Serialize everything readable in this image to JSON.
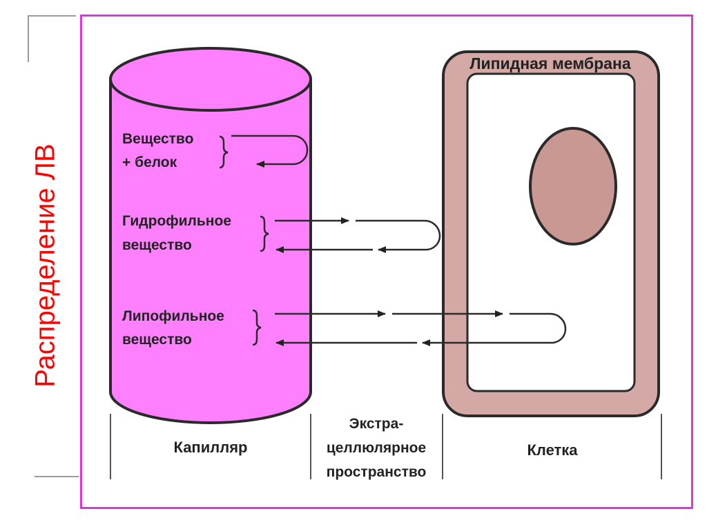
{
  "slide": {
    "title": "Распределение ЛВ",
    "title_color": "#ff0000",
    "frame_color": "#e033e0"
  },
  "diagram": {
    "capillary_color": "#ff80ff",
    "membrane_color": "#d3a8a5",
    "nucleus_color": "#c99892",
    "membrane_label": "Липидная мембрана",
    "capillary": {
      "substances": [
        {
          "lines": [
            "Вещество",
            "+ белок"
          ]
        },
        {
          "lines": [
            "Гидрофильное",
            "вещество"
          ]
        },
        {
          "lines": [
            "Липофильное",
            "вещество"
          ]
        }
      ]
    },
    "regions": [
      {
        "lines": [
          "Капилляр"
        ]
      },
      {
        "lines": [
          "Экстра-",
          "целлюлярное",
          "пространство"
        ]
      },
      {
        "lines": [
          "Клетка"
        ]
      }
    ]
  }
}
